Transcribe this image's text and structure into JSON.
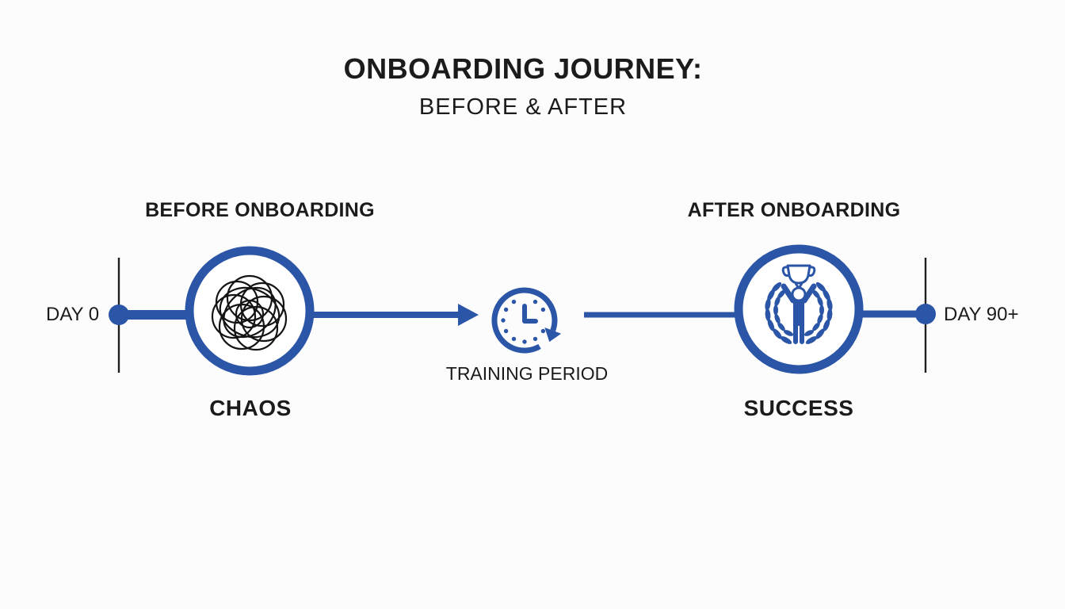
{
  "title": {
    "main": "ONBOARDING JOURNEY:",
    "subtitle": "BEFORE & AFTER"
  },
  "sections": {
    "before": {
      "heading": "BEFORE ONBOARDING",
      "caption": "CHAOS",
      "icon": "tangled-scribble-icon"
    },
    "after": {
      "heading": "AFTER ONBOARDING",
      "caption": "SUCCESS",
      "icon": "winner-trophy-laurel-icon"
    }
  },
  "timeline": {
    "start_label": "DAY 0",
    "end_label": "DAY 90+",
    "middle_label": "TRAINING PERIOD",
    "middle_icon": "clock-history-icon"
  },
  "colors": {
    "accent_blue": "#2b55a6",
    "text_dark": "#1b1b1b",
    "line_black": "#1f1f1f",
    "scribble_black": "#141414",
    "background": "#fcfcfd"
  }
}
